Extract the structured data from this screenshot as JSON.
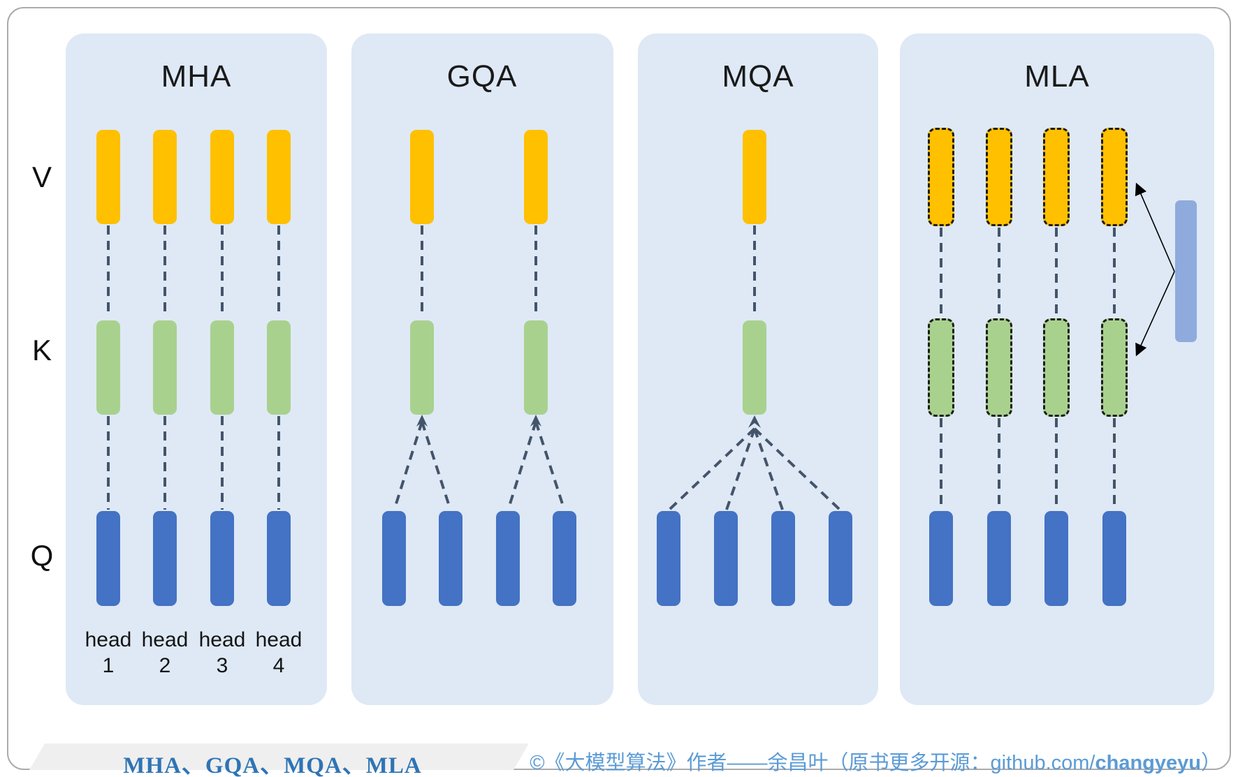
{
  "row_labels": {
    "v": "V",
    "k": "K",
    "q": "Q"
  },
  "panels": [
    {
      "title": "MHA",
      "head_labels": [
        {
          "word": "head",
          "num": "1"
        },
        {
          "word": "head",
          "num": "2"
        },
        {
          "word": "head",
          "num": "3"
        },
        {
          "word": "head",
          "num": "4"
        }
      ]
    },
    {
      "title": "GQA"
    },
    {
      "title": "MQA"
    },
    {
      "title": "MLA"
    }
  ],
  "footer": {
    "left_caption": "MHA、GQA、MQA、MLA",
    "copyright_prefix": "©《大模型算法》作者——余昌叶（原书更多开源：github.com/",
    "copyright_bold": "changyeyu",
    "copyright_suffix": "）"
  },
  "colors": {
    "v_bar": "#FFC000",
    "k_bar": "#A9D18E",
    "q_bar": "#4472C4",
    "latent_bar": "#8FAADC",
    "panel_bg": "#DEE9F5",
    "connector": "#44546A",
    "arrow": "#000000",
    "caption_left_blue": "#2E74B5",
    "caption_right_blue": "#5B9BD5",
    "footer_band": "#EFEFEF",
    "card_border": "#ABABAB"
  }
}
